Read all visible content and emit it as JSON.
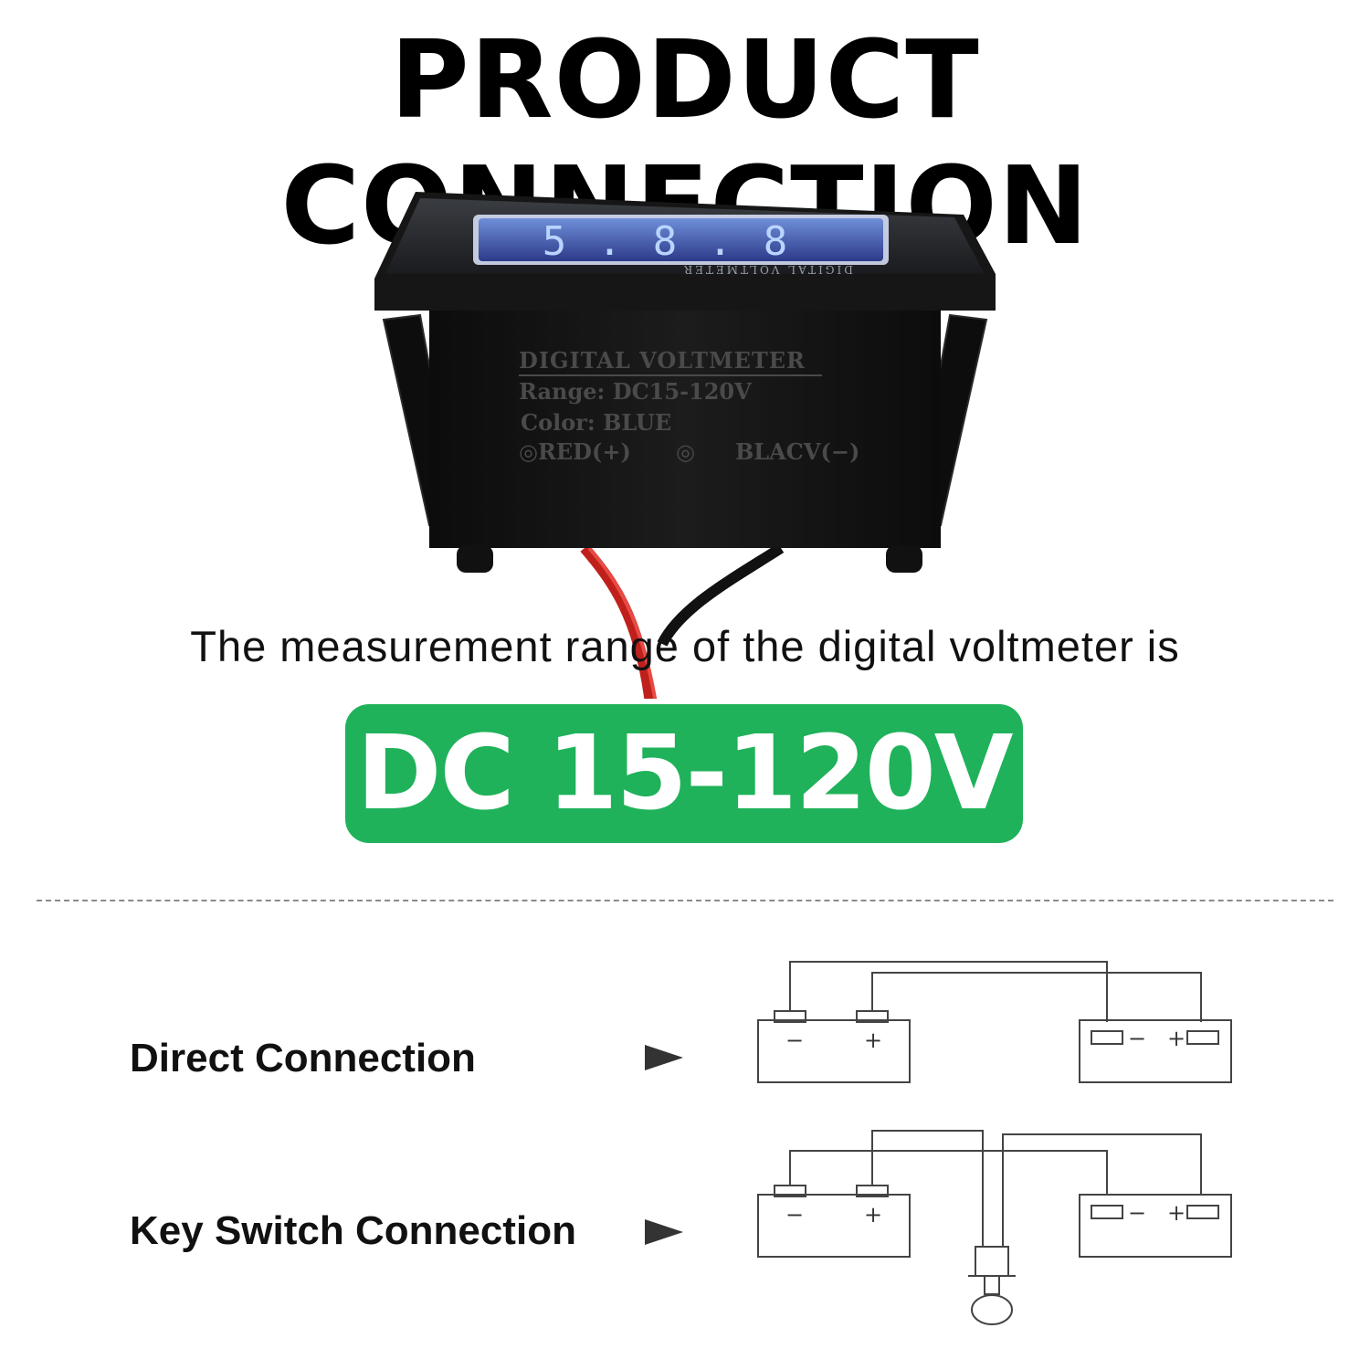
{
  "title": "PRODUCT CONNECTION",
  "product": {
    "display_digits": "5.8.8",
    "face_label": "DIGITAL VOLTMETER",
    "side_lines": [
      "DIGITAL  VOLTMETER",
      "Range: DC15-120V",
      "Color: BLUE"
    ],
    "terminal_pos": "◎RED(+)",
    "terminal_mid": "◎",
    "terminal_neg": "BLACV(−)"
  },
  "subtitle": "The measurement range of the digital voltmeter is",
  "range": "DC 15-120V",
  "connections": [
    {
      "label": "Direct Connection"
    },
    {
      "label": "Key Switch Connection"
    }
  ],
  "diagram": {
    "minus": "−",
    "plus": "+"
  },
  "colors": {
    "badge": "#1fb25a",
    "display": "#8fb9f5",
    "body": "#111111"
  }
}
